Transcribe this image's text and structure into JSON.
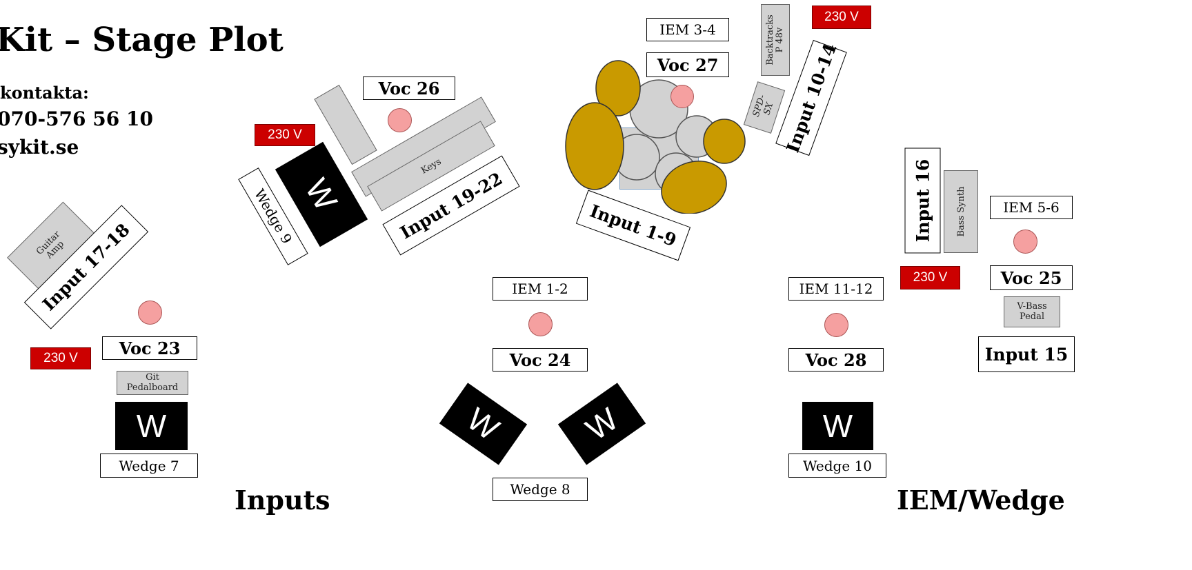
{
  "header": {
    "title": "Kit – Stage Plot",
    "contact_label": "kontakta:",
    "contact_phone": "070-576 56 10",
    "contact_web": "sykit.se"
  },
  "iem": {
    "iem_3_4": "IEM 3-4",
    "iem_5_6": "IEM 5-6",
    "iem_1_2": "IEM 1-2",
    "iem_11_12": "IEM 11-12"
  },
  "vocals": {
    "voc_23": "Voc 23",
    "voc_24": "Voc 24",
    "voc_25": "Voc 25",
    "voc_26": "Voc 26",
    "voc_27": "Voc 27",
    "voc_28": "Voc 28"
  },
  "inputs": {
    "input_1_9": "Input 1-9",
    "input_10_14": "Input 10-14",
    "input_15": "Input 15",
    "input_16": "Input 16",
    "input_17_18": "Input 17-18",
    "input_19_22": "Input 19-22"
  },
  "wedges": {
    "wedge_7": "Wedge 7",
    "wedge_8": "Wedge 8",
    "wedge_9": "Wedge 9",
    "wedge_10": "Wedge 10",
    "wedge_symbol": "W"
  },
  "power": {
    "label": "230 V"
  },
  "equipment": {
    "guitar_amp": "Guitar\nAmp",
    "keys": "Keys",
    "backtracks": "Backtracks\nP 48v",
    "spd_sx": "SPD-\nSX",
    "bass_synth": "Bass Synth",
    "vbass_pedal": "V-Bass\nPedal",
    "git_pedalboard": "Git\nPedalboard"
  },
  "legend": {
    "inputs_heading": "Inputs",
    "iem_wedge_heading": "IEM/Wedge"
  },
  "colors": {
    "power_red": "#cc0000",
    "mic_pink": "#f5a0a0",
    "cymbal_gold": "#c99a00",
    "drum_gray": "#d2d2d2",
    "wedge_black": "#000000"
  }
}
